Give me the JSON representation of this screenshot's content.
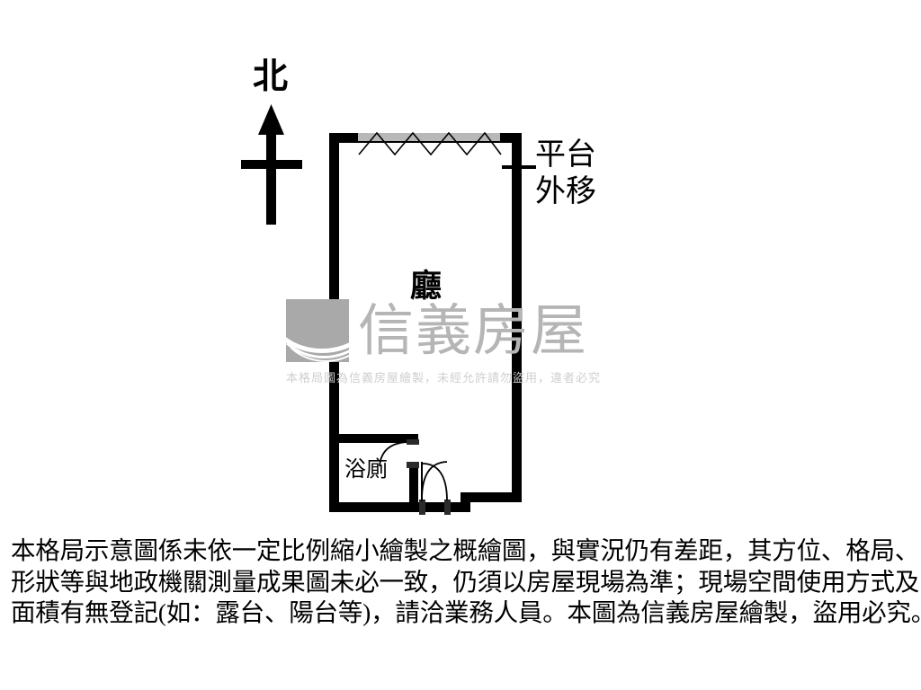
{
  "document": {
    "type": "floor-plan",
    "orientation_label": "北"
  },
  "annotations": {
    "terrace_note_line1": "平台",
    "terrace_note_line2": "外移"
  },
  "rooms": [
    {
      "key": "hall",
      "label": "廳"
    },
    {
      "key": "bathroom",
      "label": "浴廁"
    }
  ],
  "room_labels": {
    "hall": "廳",
    "bathroom": "浴廁"
  },
  "watermark": {
    "brand": "信義房屋",
    "note": "本格局圖為信義房屋繪製，未經允許請勿盜用，違者必究",
    "mark_color": "#a9a9a9",
    "text_color": "#b5b5b5",
    "note_color": "#cfcfcf"
  },
  "disclaimer": {
    "line1": "本格局示意圖係未依一定比例縮小繪製之概繪圖，與實況仍有差距，其方位、格局、",
    "line2": "形狀等與地政機關測量成果圖未必一致，仍須以房屋現場為準；現場空間使用方式及",
    "line3": "面積有無登記(如：露台、陽台等)，請洽業務人員。本圖為信義房屋繪製，盜用必究。"
  },
  "colors": {
    "wall": "#000000",
    "background": "#ffffff",
    "window_bar": "#b8b8b8",
    "door_line": "#1a1a1a"
  },
  "icons": {
    "north_arrow": "north-arrow-icon",
    "window": "window-zigzag-icon",
    "bath_door": "door-swing-icon",
    "entry_door": "door-swing-icon"
  }
}
